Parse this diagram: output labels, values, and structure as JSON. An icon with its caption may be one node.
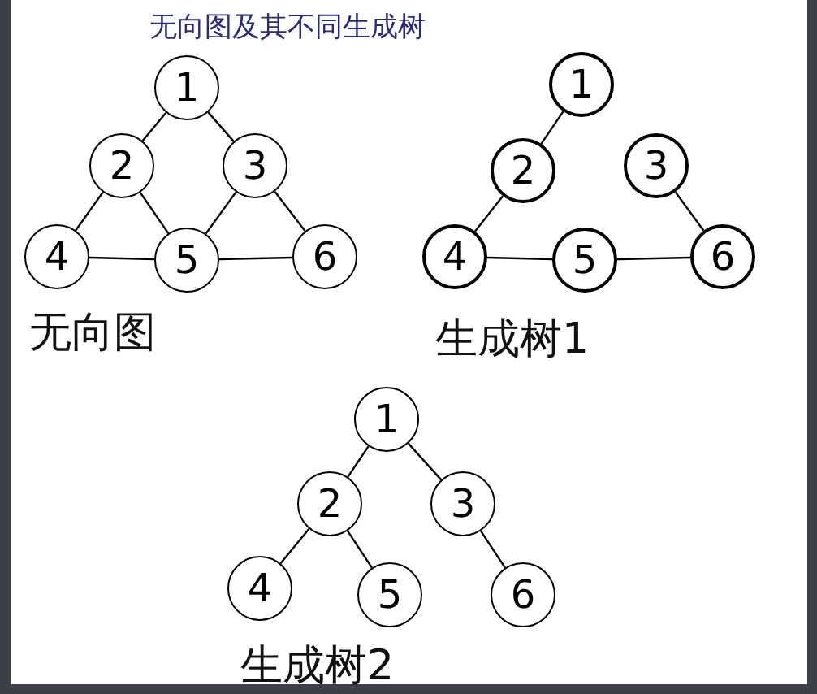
{
  "diagram": {
    "title": "无向图及其不同生成树",
    "nodes": [
      {
        "text": [
          "1"
        ]
      },
      {
        "text": [
          "2"
        ]
      },
      {
        "text": [
          "3"
        ]
      },
      {
        "text": [
          "4"
        ]
      },
      {
        "text": [
          "5"
        ]
      },
      {
        "text": [
          "6"
        ]
      },
      {
        "text": [
          "1"
        ]
      },
      {
        "text": [
          "2"
        ]
      },
      {
        "text": [
          "3"
        ]
      },
      {
        "text": [
          "4"
        ]
      },
      {
        "text": [
          "5"
        ]
      },
      {
        "text": [
          "6"
        ]
      },
      {
        "text": [
          "1"
        ]
      },
      {
        "text": [
          "2"
        ]
      },
      {
        "text": [
          "3"
        ]
      },
      {
        "text": [
          "4"
        ]
      },
      {
        "text": [
          "5"
        ]
      },
      {
        "text": [
          "6"
        ]
      }
    ],
    "edges": [
      {
        "from": 0,
        "to": 1,
        "arrow": "none"
      },
      {
        "from": 0,
        "to": 2,
        "arrow": "none"
      },
      {
        "from": 1,
        "to": 3,
        "arrow": "none"
      },
      {
        "from": 1,
        "to": 4,
        "arrow": "none"
      },
      {
        "from": 2,
        "to": 4,
        "arrow": "none"
      },
      {
        "from": 2,
        "to": 5,
        "arrow": "none"
      },
      {
        "from": 3,
        "to": 4,
        "arrow": "none"
      },
      {
        "from": 4,
        "to": 5,
        "arrow": "none"
      },
      {
        "from": 6,
        "to": 7,
        "arrow": "none"
      },
      {
        "from": 7,
        "to": 9,
        "arrow": "none"
      },
      {
        "from": 9,
        "to": 10,
        "arrow": "none"
      },
      {
        "from": 10,
        "to": 11,
        "arrow": "none"
      },
      {
        "from": 8,
        "to": 11,
        "arrow": "none"
      },
      {
        "from": 12,
        "to": 13,
        "arrow": "none"
      },
      {
        "from": 12,
        "to": 14,
        "arrow": "none"
      },
      {
        "from": 13,
        "to": 15,
        "arrow": "none"
      },
      {
        "from": 13,
        "to": 16,
        "arrow": "none"
      },
      {
        "from": 14,
        "to": 17,
        "arrow": "none"
      }
    ],
    "labels": [
      "无向图",
      "生成树1",
      "生成树2"
    ]
  }
}
